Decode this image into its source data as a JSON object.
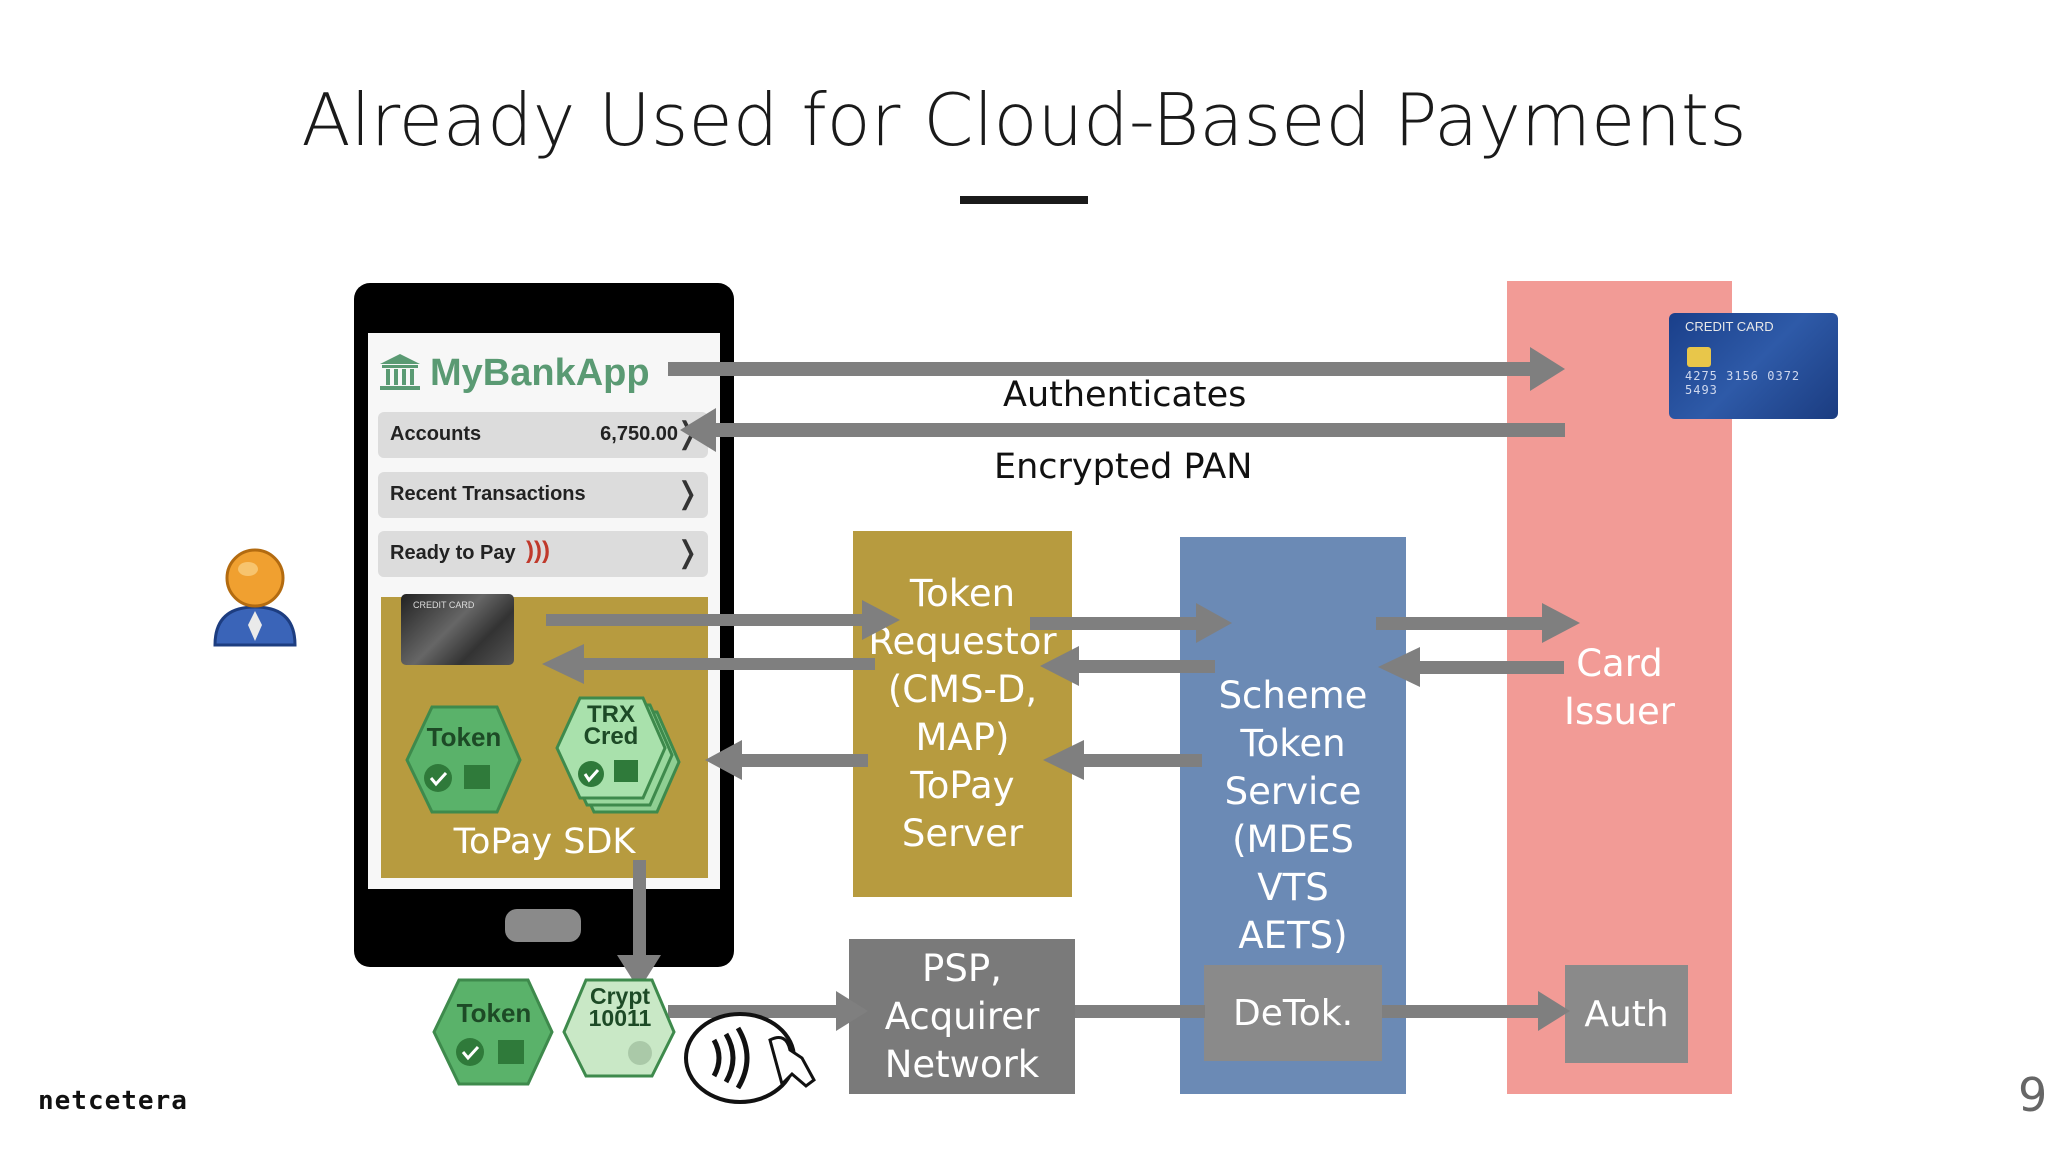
{
  "slide": {
    "title": "Already Used for Cloud-Based Payments",
    "page_number": "9",
    "logo_text": "netcetera"
  },
  "phone": {
    "app_title": "MyBankApp",
    "rows": [
      {
        "label": "Accounts",
        "value": "6,750.00"
      },
      {
        "label": "Recent Transactions",
        "value": ""
      },
      {
        "label": "Ready to Pay",
        "value": ""
      }
    ],
    "sdk_label": "ToPay SDK",
    "mini_card_text": "CREDIT CARD",
    "hex_token": "Token",
    "hex_trx_line1": "TRX",
    "hex_trx_line2": "Cred"
  },
  "bottom_hexes": {
    "token": "Token",
    "crypt_line1": "Crypt",
    "crypt_line2": "10011"
  },
  "boxes": {
    "token_requestor": "Token\nRequestor\n(CMS-D,\nMAP)\nToPay\nServer",
    "scheme": "Scheme\nToken\nService\n(MDES\nVTS\nAETS)",
    "psp": "PSP,\nAcquirer\nNetwork",
    "detok": "DeTok.",
    "auth": "Auth",
    "card_issuer": "Card\nIssuer"
  },
  "labels": {
    "authenticates": "Authenticates",
    "encrypted_pan": "Encrypted PAN"
  },
  "credit_card": {
    "title": "CREDIT CARD",
    "number": "4275 3156 0372 5493"
  },
  "colors": {
    "gold": "#b79b3f",
    "blue": "#6b8ab5",
    "salmon": "#f29b96",
    "gray": "#7a7a7a",
    "green_hex": "#5ab26a",
    "arrow": "#7f7f7f"
  }
}
